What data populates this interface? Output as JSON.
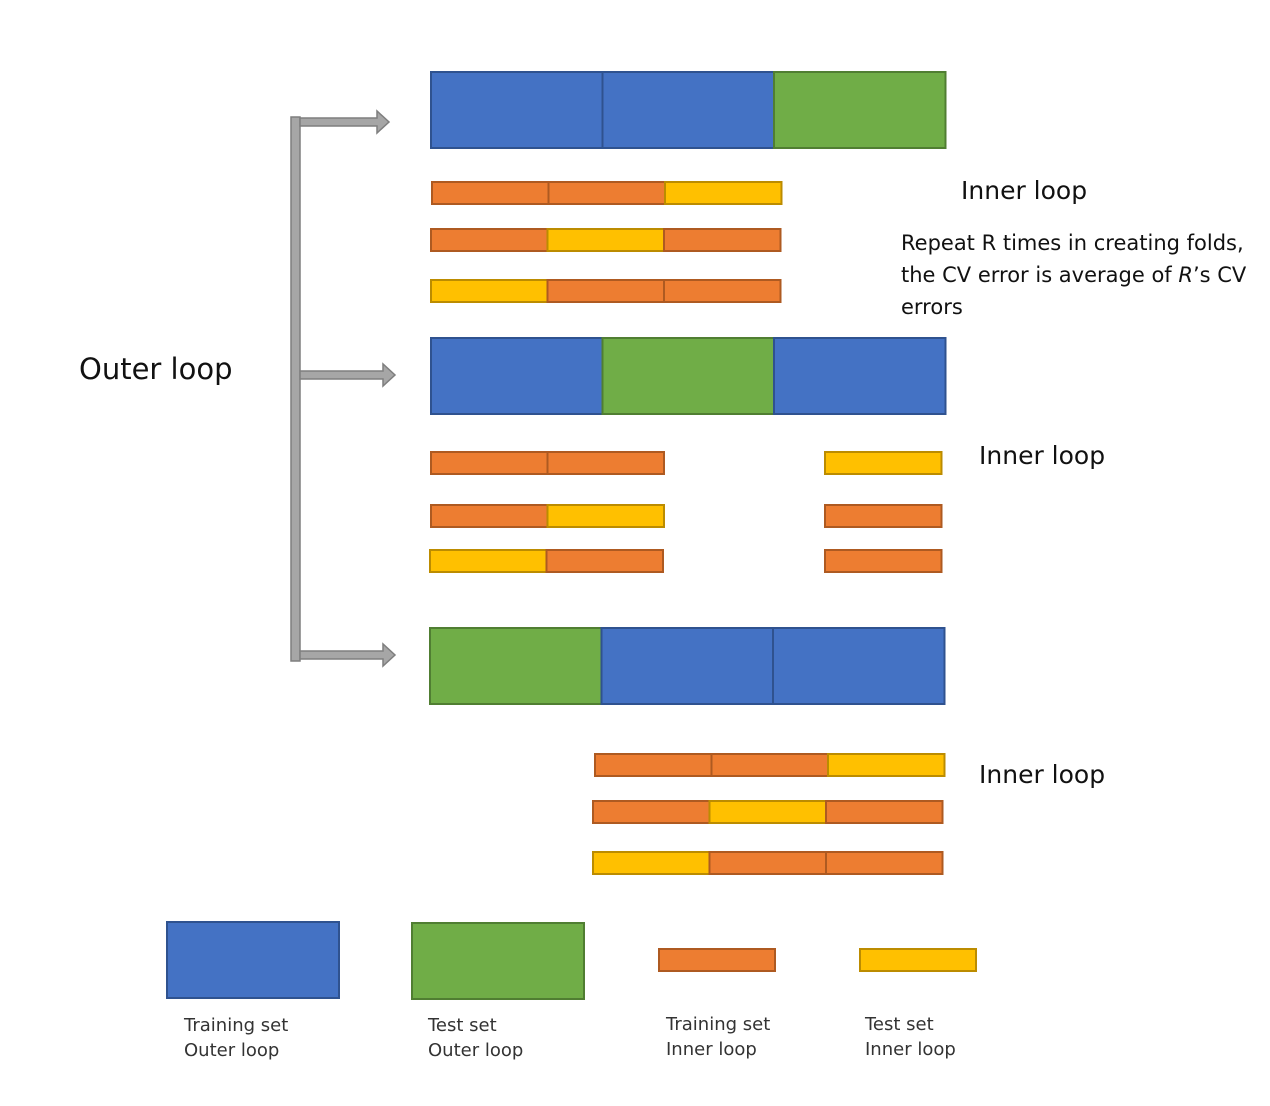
{
  "colors": {
    "training_outer": "#4472C4",
    "training_outer_border": "#2F528F",
    "test_outer": "#70AD47",
    "test_outer_border": "#507E32",
    "training_inner": "#ED7D31",
    "training_inner_border": "#AE5A21",
    "test_inner": "#FFC000",
    "test_inner_border": "#BC8C00",
    "arrow": "#A6A6A6",
    "arrow_border": "#7F7F7F"
  },
  "labels": {
    "outer_loop": "Outer loop",
    "inner_loop_1": "Inner loop",
    "inner_loop_2": "Inner loop",
    "inner_loop_3": "Inner loop",
    "note_line1": "Repeat R times in creating folds,",
    "note_line2_pre": "the CV error is average of ",
    "note_line2_italic": "R",
    "note_line2_post": "’s CV",
    "note_line3": "errors"
  },
  "legend": [
    {
      "line1": "Training set",
      "line2": "Outer loop",
      "kind": "training_outer"
    },
    {
      "line1": "Test set",
      "line2": "Outer loop",
      "kind": "test_outer"
    },
    {
      "line1": "Training set",
      "line2": "Inner loop",
      "kind": "training_inner"
    },
    {
      "line1": "Test set",
      "line2": "Inner loop",
      "kind": "test_inner"
    }
  ],
  "outer_folds": [
    {
      "segments": [
        "training_outer",
        "training_outer",
        "test_outer"
      ],
      "inner_folds": [
        [
          "training_inner",
          "training_inner",
          "test_inner"
        ],
        [
          "training_inner",
          "test_inner",
          "training_inner"
        ],
        [
          "test_inner",
          "training_inner",
          "training_inner"
        ]
      ]
    },
    {
      "segments": [
        "training_outer",
        "test_outer",
        "training_outer"
      ],
      "inner_folds": [
        [
          "training_inner",
          "training_inner",
          "test_inner"
        ],
        [
          "training_inner",
          "test_inner",
          "training_inner"
        ],
        [
          "test_inner",
          "training_inner",
          "training_inner"
        ]
      ]
    },
    {
      "segments": [
        "test_outer",
        "training_outer",
        "training_outer"
      ],
      "inner_folds": [
        [
          "training_inner",
          "training_inner",
          "test_inner"
        ],
        [
          "training_inner",
          "test_inner",
          "training_inner"
        ],
        [
          "test_inner",
          "training_inner",
          "training_inner"
        ]
      ]
    }
  ]
}
